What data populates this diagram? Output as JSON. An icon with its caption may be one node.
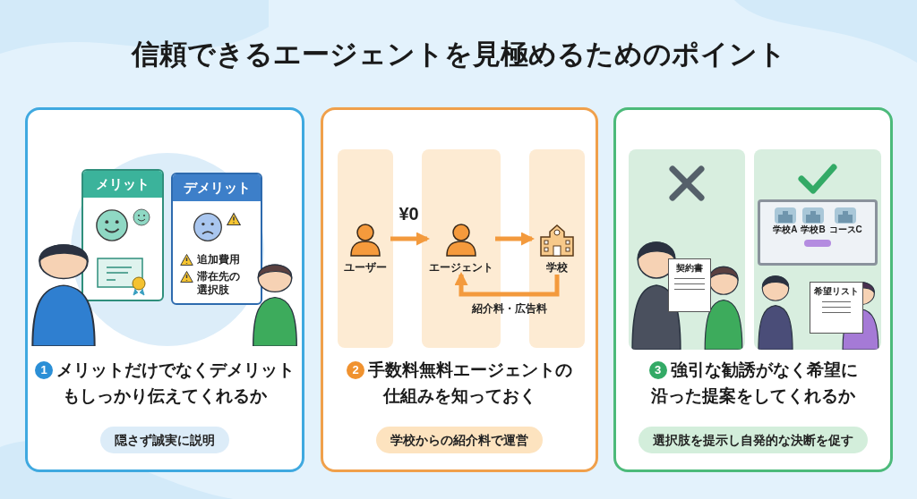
{
  "diagram": {
    "title": "信頼できるエージェントを見極めるためのポイント",
    "nodes": [
      {
        "text": [
          "1",
          "メリットだけでなくデメリットもしっかり伝えてくれるか"
        ]
      },
      {
        "text": [
          "メリット"
        ],
        "in": 0
      },
      {
        "text": [
          "デメリット",
          "追加費用",
          "滞在先の選択肢"
        ],
        "in": 0
      },
      {
        "text": [
          "隠さず誠実に説明"
        ],
        "in": 0
      },
      {
        "text": [
          "2",
          "手数料無料エージェントの仕組みを知っておく"
        ]
      },
      {
        "text": [],
        "shape": "bar",
        "in": 4
      },
      {
        "text": [],
        "shape": "bar",
        "in": 4
      },
      {
        "text": [],
        "shape": "bar",
        "in": 4
      },
      {
        "text": [
          "ユーザー"
        ],
        "in": 5
      },
      {
        "text": [
          "エージェント"
        ],
        "in": 6
      },
      {
        "text": [
          "学校"
        ],
        "in": 7
      },
      {
        "text": [
          "学校からの紹介料で運営"
        ],
        "in": 4
      },
      {
        "text": [
          "3",
          "強引な勧誘がなく希望に沿った提案をしてくれるか"
        ]
      },
      {
        "text": [
          "契約書"
        ],
        "in": 12
      },
      {
        "text": [
          "学校A",
          "学校B",
          "コースC",
          "希望リスト"
        ],
        "in": 12
      },
      {
        "text": [
          "選択肢を提示し自発的な決断を促す"
        ],
        "in": 12
      }
    ],
    "edges": [
      {
        "from": 8,
        "to": 9,
        "arrow": "to",
        "label": "¥0"
      },
      {
        "from": 9,
        "to": 10,
        "arrow": "to"
      },
      {
        "from": 10,
        "to": 9,
        "arrow": "to",
        "label": "紹介料・広告料"
      }
    ]
  }
}
